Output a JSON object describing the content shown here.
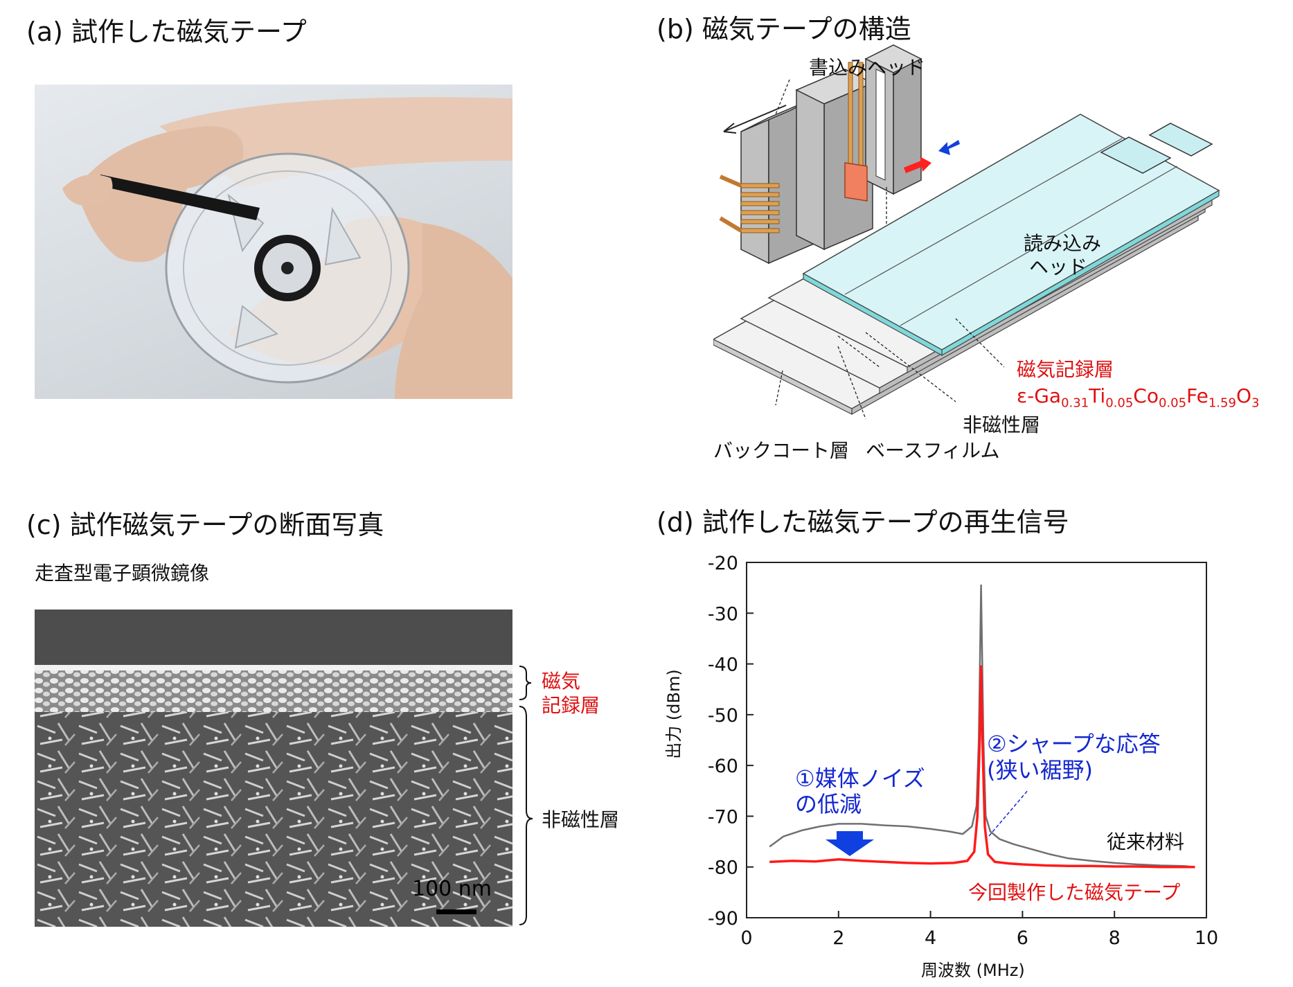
{
  "panel_a": {
    "title": "(a) 試作した磁気テープ"
  },
  "panel_b": {
    "title": "(b) 磁気テープの構造",
    "labels": {
      "write_head": "書込みヘッド",
      "read_head_line1": "読み込み",
      "read_head_line2": "ヘッド",
      "recording_layer": "磁気記録層",
      "formula": {
        "prefix": "ε-Ga",
        "sub1": "0.31",
        "el2": "Ti",
        "sub2": "0.05",
        "el3": "Co",
        "sub3": "0.05",
        "el4": "Fe",
        "sub4": "1.59",
        "el5": "O",
        "sub5": "3"
      },
      "nonmagnetic_layer": "非磁性層",
      "backcoat_layer": "バックコート層",
      "base_film": "ベースフィルム"
    },
    "colors": {
      "tape_top": "#d8f4f6",
      "head_gray": "#b8b8b8",
      "coil": "#e0a050",
      "read_element": "#f08060",
      "red_arrow": "#ff2020",
      "blue_arrow": "#1040e0"
    }
  },
  "panel_c": {
    "title": "(c) 試作磁気テープの断面写真",
    "subtitle": "走査型電子顕微鏡像",
    "scale_bar": "100 nm",
    "layer_recording_line1": "磁気",
    "layer_recording_line2": "記録層",
    "layer_nonmagnetic": "非磁性層"
  },
  "panel_d": {
    "title": "(d) 試作した磁気テープの再生信号",
    "annotations": {
      "noise_line1": "①媒体ノイズ",
      "noise_line2": "の低減",
      "sharp_line1": "②シャープな応答",
      "sharp_line2": "(狭い裾野)",
      "conventional": "従来材料",
      "new_tape": "今回製作した磁気テープ"
    }
  },
  "chart_data": {
    "type": "line",
    "xlabel": "周波数 (MHz)",
    "ylabel": "出力 (dBm)",
    "xlim": [
      0,
      10
    ],
    "ylim": [
      -90,
      -20
    ],
    "xticks": [
      0,
      2,
      4,
      6,
      8,
      10
    ],
    "yticks": [
      -20,
      -30,
      -40,
      -50,
      -60,
      -70,
      -80,
      -90
    ],
    "grid": false,
    "series": [
      {
        "name": "従来材料",
        "color": "#707070",
        "x": [
          0.5,
          0.8,
          1.2,
          1.6,
          2.0,
          2.5,
          3.0,
          3.5,
          4.0,
          4.4,
          4.7,
          4.9,
          5.0,
          5.05,
          5.1,
          5.15,
          5.2,
          5.3,
          5.5,
          5.8,
          6.2,
          6.6,
          7.0,
          7.5,
          8.0,
          8.5,
          9.0,
          9.5,
          9.75
        ],
        "values": [
          -76,
          -74,
          -72.8,
          -72,
          -71.5,
          -71.5,
          -71.8,
          -72,
          -72.5,
          -73,
          -73.5,
          -72,
          -68,
          -55,
          -24.5,
          -55,
          -70,
          -73,
          -74.5,
          -75.5,
          -76.5,
          -77.5,
          -78.3,
          -78.8,
          -79.2,
          -79.5,
          -79.7,
          -79.8,
          -80
        ]
      },
      {
        "name": "今回製作した磁気テープ",
        "color": "#ff1a1a",
        "x": [
          0.5,
          1.0,
          1.5,
          2.0,
          2.5,
          3.0,
          3.5,
          4.0,
          4.5,
          4.8,
          4.95,
          5.02,
          5.07,
          5.1,
          5.13,
          5.18,
          5.25,
          5.4,
          5.7,
          6.0,
          6.5,
          7.0,
          7.5,
          8.0,
          8.5,
          9.0,
          9.5,
          9.75
        ],
        "values": [
          -79,
          -78.8,
          -78.9,
          -78.5,
          -78.8,
          -79,
          -79.2,
          -79.3,
          -79.2,
          -78.8,
          -77,
          -70,
          -55,
          -40.5,
          -55,
          -72,
          -77.5,
          -79,
          -79.3,
          -79.5,
          -79.7,
          -79.8,
          -79.8,
          -79.9,
          -79.9,
          -80,
          -80,
          -80
        ]
      }
    ]
  }
}
